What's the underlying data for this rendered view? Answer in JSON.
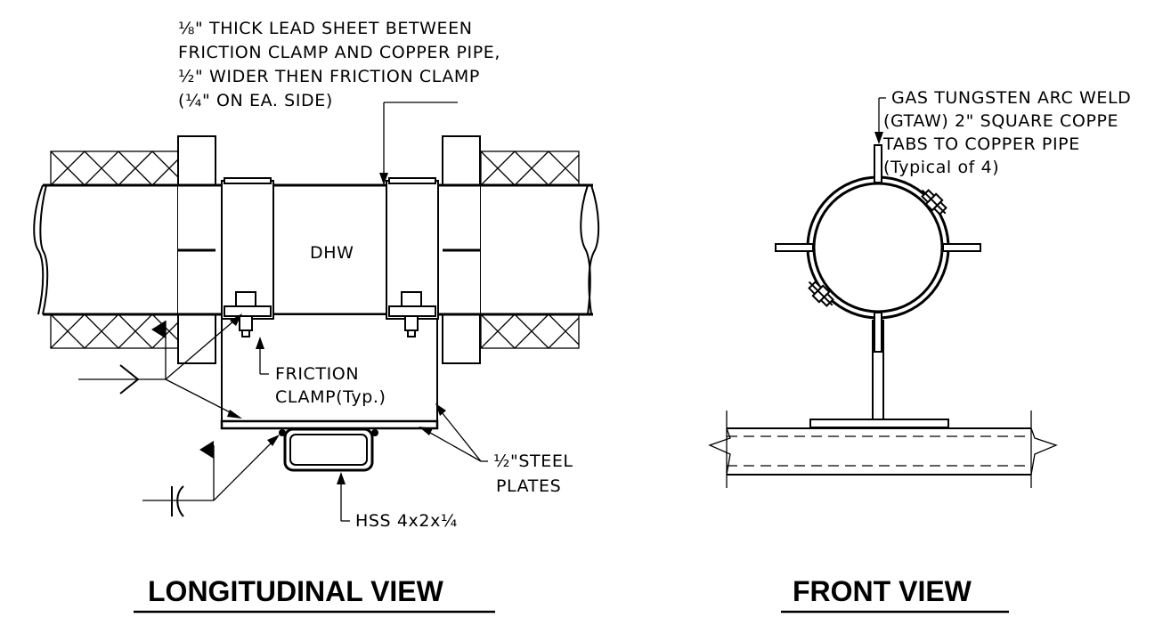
{
  "longitudinal_view": {
    "title": "LONGITUDINAL VIEW",
    "lead_note": {
      "line1": "⅛\" THICK LEAD SHEET BETWEEN",
      "line2": "FRICTION CLAMP AND COPPER PIPE,",
      "line3": "½\" WIDER THEN FRICTION CLAMP",
      "line4": "(¼\" ON EA. SIDE)"
    },
    "pipe_label": "DHW",
    "clamp_note": {
      "line1": "FRICTION",
      "line2": "CLAMP(Typ.)"
    },
    "plates_note": {
      "line1": "½\"STEEL",
      "line2": "PLATES"
    },
    "hss_note": "HSS 4x2x¼"
  },
  "front_view": {
    "title": "FRONT VIEW",
    "weld_note": {
      "line1": "GAS TUNGSTEN ARC WELD",
      "line2": "(GTAW) 2\" SQUARE COPPE",
      "line3": "TABS TO COPPER PIPE",
      "line4": "(Typical of 4)"
    }
  }
}
